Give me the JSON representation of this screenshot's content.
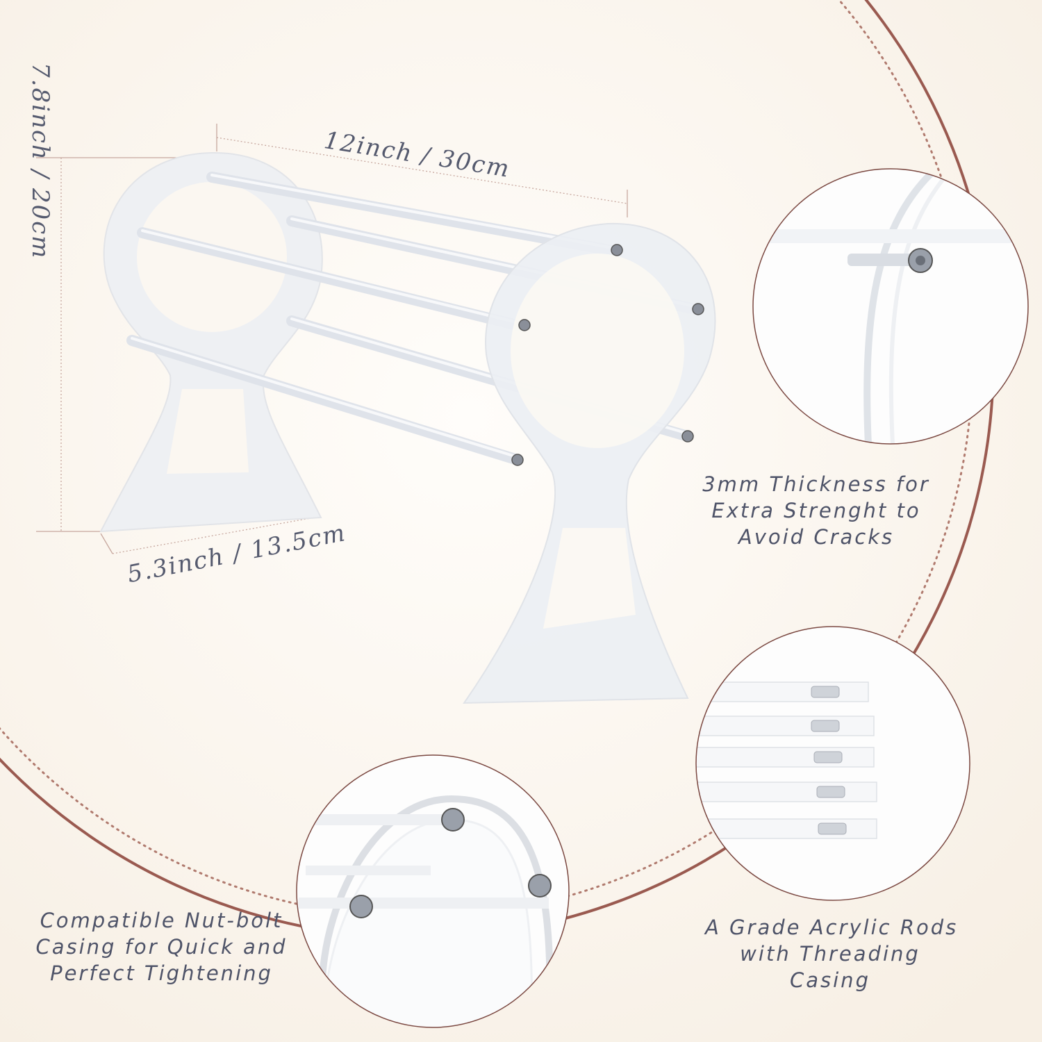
{
  "colors": {
    "background": "#fbf6ef",
    "ring_line": "#9a5a50",
    "ring_dots": "#b07a6e",
    "dimension_line": "#c7a79e",
    "text": "#4e5368",
    "circle_border": "#7a4740"
  },
  "dimensions": {
    "width": "12inch / 30cm",
    "height": "7.8inch / 20cm",
    "depth": "5.3inch / 13.5cm"
  },
  "features": {
    "thickness": [
      "3mm Thickness for",
      "Extra Strenght to",
      "Avoid Cracks"
    ],
    "rods": [
      "A Grade Acrylic Rods",
      "with Threading",
      "Casing"
    ],
    "nutbolt": [
      "Compatible Nut-bolt",
      "Casing for Quick and",
      "Perfect Tightening"
    ]
  },
  "icons": {
    "product": "acrylic-wig-stand-illustration",
    "detail_1": "screw-closeup-icon",
    "detail_2": "threaded-rod-ends-icon",
    "detail_3": "nut-bolt-closeup-icon"
  }
}
